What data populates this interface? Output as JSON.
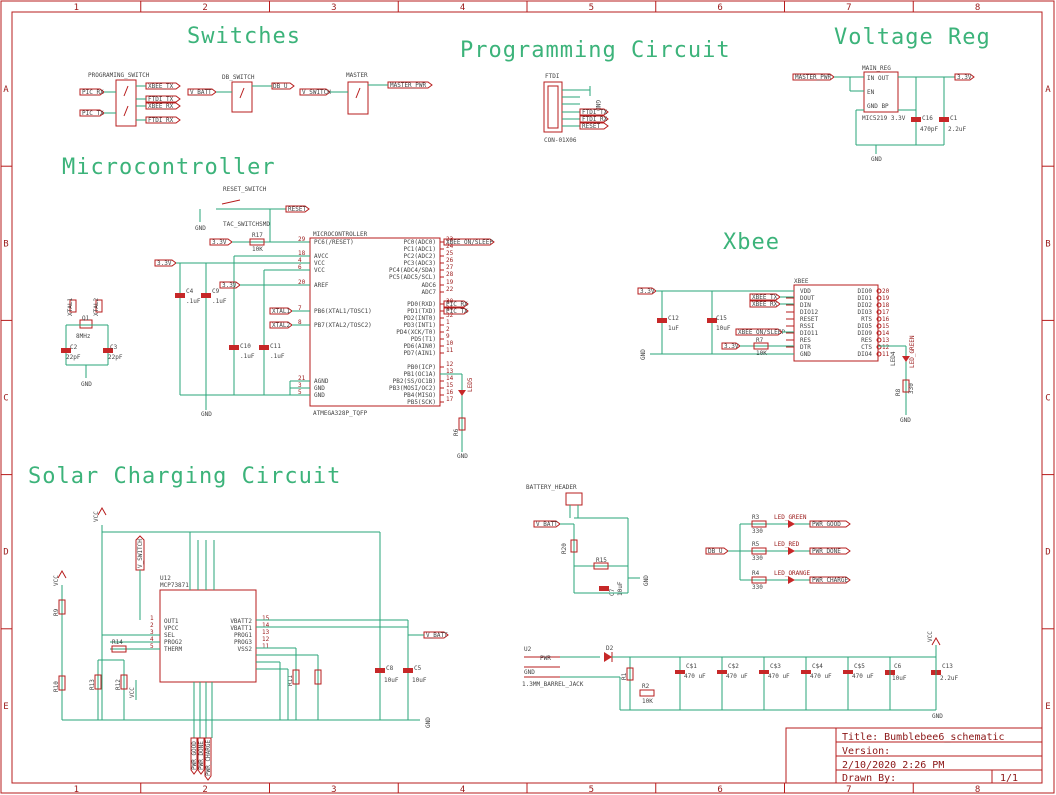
{
  "sections": {
    "switches": "Switches",
    "programming": "Programming Circuit",
    "voltage": "Voltage Reg",
    "micro": "Microcontroller",
    "xbee": "Xbee",
    "solar": "Solar Charging Circuit"
  },
  "frame": {
    "cols": [
      "1",
      "2",
      "3",
      "4",
      "5",
      "6",
      "7",
      "8"
    ],
    "rows": [
      "A",
      "B",
      "C",
      "D",
      "E"
    ]
  },
  "title_block": {
    "title": "Title: Bumblebee6_schematic",
    "version": "Version:",
    "date": "2/10/2020 2:26 PM",
    "drawn": "Drawn By:",
    "sheet": "1/1"
  },
  "labels": {
    "prog_switch": "PROGRAMING_SWITCH",
    "pic_rx": "PIC_RX",
    "pic_tx": "PIC_TX",
    "xbee_tx": "XBEE_TX",
    "ftdi_tx": "FTDI_TX",
    "xbee_rx": "XBEE_RX",
    "ftdi_rx": "FTDI_RX",
    "db_switch": "DB_SWITCH",
    "v_batt": "V_BATT",
    "db_u": "DB_U",
    "master": "MASTER",
    "v_switch": "V_SWITCH",
    "master_pwr": "MASTER_PWR",
    "ftdi": "FTDI",
    "gnd": "GND",
    "ftdi_tx2": "FTDI_TX",
    "ftdi_rx2": "FTDI_RX",
    "reset": "RESET",
    "con": "CON-01X06",
    "main_reg": "MAIN_REG",
    "in": "IN",
    "out": "OUT",
    "en": "EN",
    "gnd_bp": "GND BP",
    "mic": "MIC5219 3.3V",
    "c16": "C16",
    "c16v": "470pF",
    "c1": "C1",
    "c1v": "2.2uF",
    "v33": "3.3V",
    "master_pwr2": "MASTER_PWR",
    "reset_switch": "RESET_SWITCH",
    "tac": "TAC_SWITCHSMD",
    "reset2": "RESET",
    "r17": "R17",
    "r17v": "10K",
    "microcontroller": "MICROCONTROLLER",
    "mcu_left": [
      "PC6(/RESET)",
      "AVCC",
      "VCC",
      "VCC",
      "AREF",
      "PB6(XTAL1/TOSC1)",
      "PB7(XTAL2/TOSC2)",
      "AGND",
      "GND",
      "GND"
    ],
    "mcu_left_pins": [
      "29",
      "18",
      "4",
      "6",
      "20",
      "7",
      "8",
      "21",
      "3",
      "5"
    ],
    "mcu_right": [
      "PC0(ADC0)",
      "PC1(ADC1)",
      "PC2(ADC2)",
      "PC3(ADC3)",
      "PC4(ADC4/SDA)",
      "PC5(ADC5/SCL)",
      "ADC6",
      "ADC7",
      "PD0(RXD)",
      "PD1(TXD)",
      "PD2(INT0)",
      "PD3(INT1)",
      "PD4(XCK/T0)",
      "PD5(T1)",
      "PD6(AIN0)",
      "PD7(AIN1)",
      "PB0(ICP)",
      "PB1(OC1A)",
      "PB2(SS/OC1B)",
      "PB3(MOSI/OC2)",
      "PB4(MISO)",
      "PB5(SCK)"
    ],
    "mcu_right_pins": [
      "23",
      "24",
      "25",
      "26",
      "27",
      "28",
      "19",
      "22",
      "30",
      "31",
      "32",
      "1",
      "2",
      "9",
      "10",
      "11",
      "12",
      "13",
      "14",
      "15",
      "16",
      "17"
    ],
    "atmega": "ATMEGA328P_TQFP",
    "xbee_sleep": "XBEE_ON/SLEEP",
    "pic_rx2": "PIC_RX",
    "pic_tx2": "PIC_TX",
    "xtal1": "XTAL1",
    "xtal2": "XTAL2",
    "xtal1b": "XTAL1",
    "xtal2b": "XTAL2",
    "q1": "Q1",
    "q1v": "8MHz",
    "c2": "C2",
    "c2v": "22pF",
    "c3": "C3",
    "c3v": "22pF",
    "c4": "C4",
    "c4v": ".1uF",
    "c9": "C9",
    "c9v": ".1uF",
    "c10": "C10",
    "c10v": ".1uF",
    "c11": "C11",
    "c11v": ".1uF",
    "v33b": "3.3V",
    "v33c": "3.3V",
    "v33d": "3.3V",
    "led5": "LED5",
    "r6": "R6",
    "xbee_part": "XBEE",
    "xbee_left": [
      "VDD",
      "DOUT",
      "DIN",
      "DIO12",
      "RESET",
      "RSSI",
      "DIO11",
      "RES",
      "DTR",
      "GND"
    ],
    "xbee_right": [
      "DIO0",
      "DIO1",
      "DIO2",
      "DIO3",
      "RTS",
      "DIO5",
      "DIO9",
      "RES",
      "CTS",
      "DIO4"
    ],
    "xbee_rpins": [
      "20",
      "19",
      "18",
      "17",
      "16",
      "15",
      "14",
      "13",
      "12",
      "11"
    ],
    "xbee_tx2": "XBEE_TX",
    "xbee_rx2": "XBEE_RX",
    "xbee_sleep2": "XBEE_ON/SLEEP",
    "c12": "C12",
    "c12v": "1uF",
    "c15": "C15",
    "c15v": "10uF",
    "r7": "R7",
    "r7v": "10K",
    "led4": "LED4",
    "r8": "R8",
    "r8v": "330",
    "bat_header": "BATTERY_HEADER",
    "v_batt2": "V_BATT",
    "r20": "R20",
    "r15": "R15",
    "c7": "C7",
    "c7v": "10uF",
    "r3": "R3",
    "r3v": "330",
    "r5": "R5",
    "r5v": "330",
    "r4": "R4",
    "r4v": "330",
    "led_green": "LED_GREEN",
    "led_red": "LED_RED",
    "led_orange": "LED_ORANGE",
    "pwr_good": "PWR_GOOD",
    "pwr_done": "PWR_DONE",
    "pwr_charge": "PWR_CHARGE",
    "db_u2": "DB_U",
    "vcc": "VCC",
    "v_switch2": "V_SWITCH",
    "u12": "U12",
    "mcp": "MCP73871",
    "mcp_left": [
      "OUT1",
      "VPCC",
      "SEL",
      "PROG2",
      "THERM"
    ],
    "mcp_lpins": [
      "1",
      "2",
      "3",
      "4",
      "5"
    ],
    "mcp_right": [
      "VBATT2",
      "VBATT1",
      "PROG1",
      "PROG3",
      "VSS2"
    ],
    "mcp_rpins": [
      "15",
      "14",
      "13",
      "12",
      "11"
    ],
    "v_batt3": "V_BATT",
    "c8": "C8",
    "c8v": "10uF",
    "c5": "C5",
    "c5v": "10uF",
    "r9": "R9",
    "r10": "R10",
    "r11": "R11",
    "r12": "R12",
    "r13": "R13",
    "r14": "R14",
    "pwr_good2": "PWR_GOOD",
    "pwr_done2": "PWR_DONE",
    "pwr_charge2": "PWR_CHARGE",
    "u2": "U2",
    "pwr": "PWR",
    "barrel": "1.3MM_BARREL_JACK",
    "d2": "D2",
    "r1": "R1",
    "r2": "R2",
    "r2v": "10K",
    "caps": [
      "C$1",
      "C$2",
      "C$3",
      "C$4",
      "C$5"
    ],
    "capsv": [
      "470 uF",
      "470 uF",
      "470 uF",
      "470 uF",
      "470 uF"
    ],
    "c6": "C6",
    "c6v": "10uF",
    "c13": "C13",
    "c13v": "2.2uF",
    "vcc2": "VCC"
  }
}
